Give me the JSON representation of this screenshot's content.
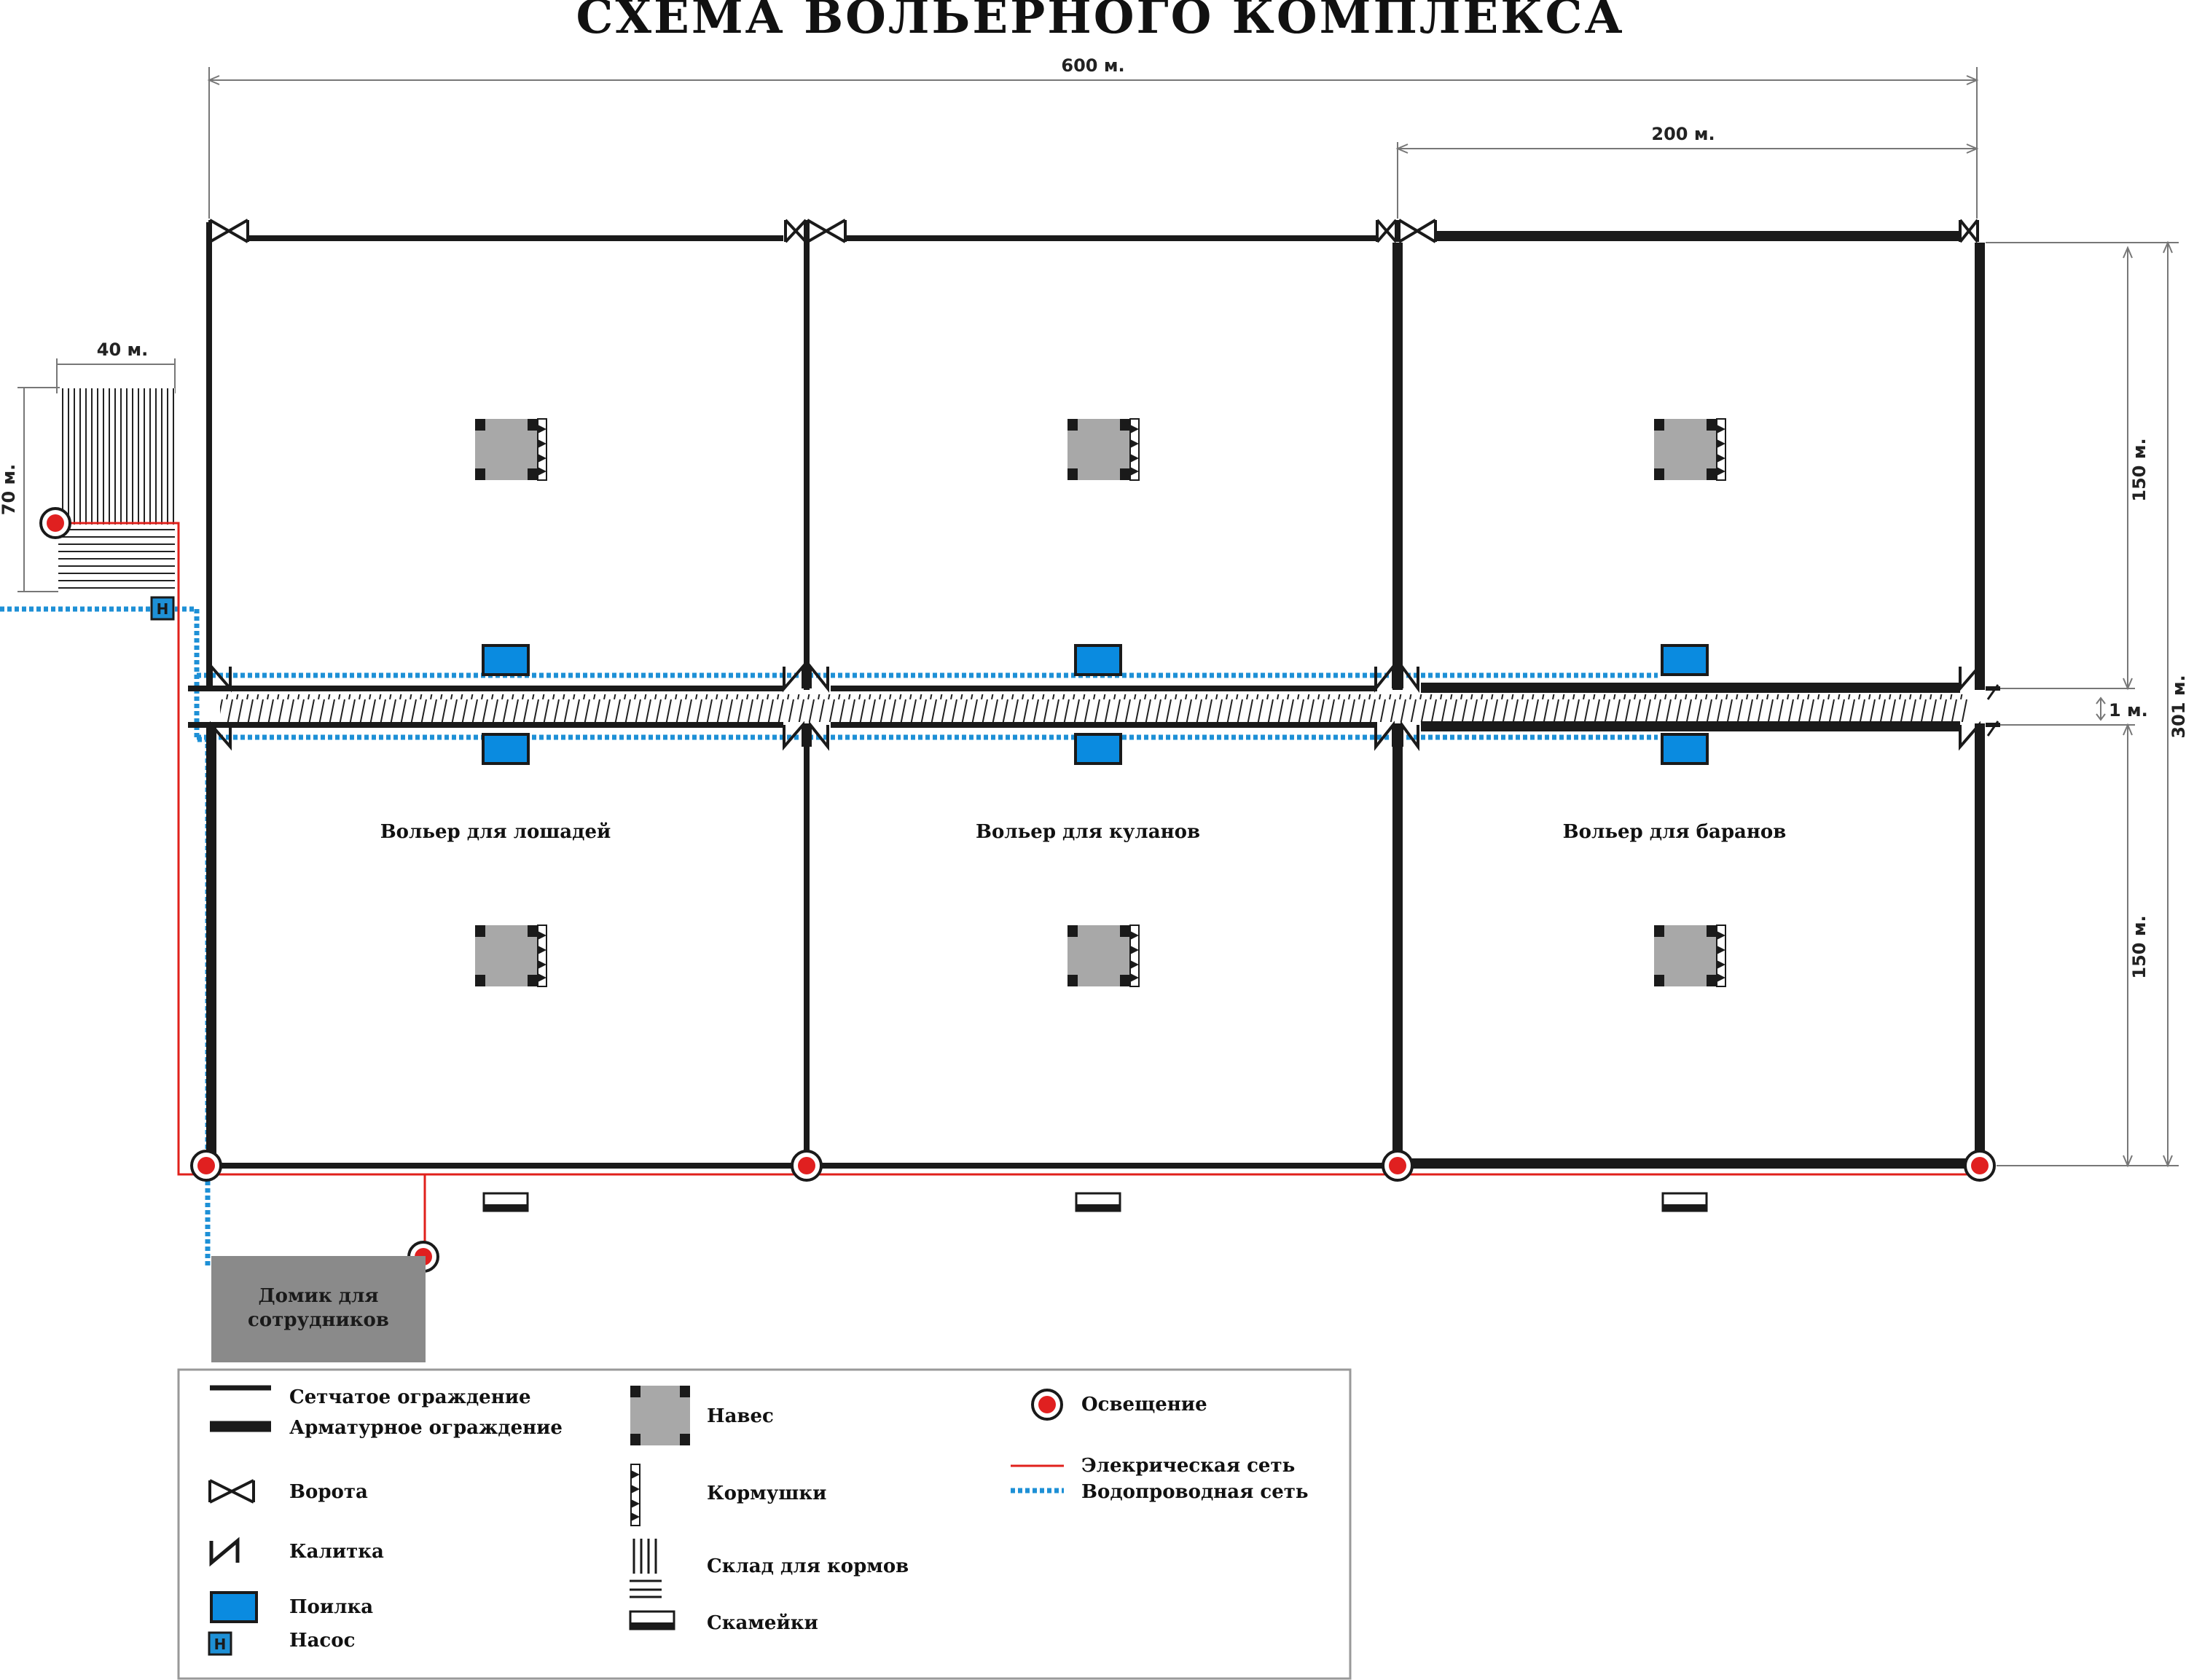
{
  "title": "СХЕМА ВОЛЬЕРНОГО КОМПЛЕКСА",
  "dimensions": {
    "total_width": "600 м.",
    "third_width": "200 м.",
    "store_width": "40 м.",
    "store_height": "70 м.",
    "top_height": "150 м.",
    "bottom_height": "150 м.",
    "corridor": "1 м.",
    "total_height": "301 м."
  },
  "enclosures": [
    {
      "label": "Вольер для лошадей"
    },
    {
      "label": "Вольер для куланов"
    },
    {
      "label": "Вольер для баранов"
    }
  ],
  "staff_house": {
    "line1": "Домик для",
    "line2": "сотрудников"
  },
  "pump_symbol": "Н",
  "legend": {
    "mesh_fence": "Сетчатое ограждение",
    "rebar_fence": "Арматурное ограждение",
    "gate": "Ворота",
    "wicket": "Калитка",
    "drinker": "Поилка",
    "pump": "Насос",
    "shelter": "Навес",
    "feeders": "Кормушки",
    "feed_store": "Склад для кормов",
    "benches": "Скамейки",
    "lighting": "Освещение",
    "power_net": "Элекрическая сеть",
    "water_net": "Водопроводная сеть"
  },
  "colors": {
    "fence": "#1a1a1a",
    "water": "#1e90d6",
    "power": "#e0201b",
    "shelter": "#a8a8a8",
    "drinker": "#0a8be0",
    "house": "#8a8a8a",
    "light": "#e02020"
  }
}
